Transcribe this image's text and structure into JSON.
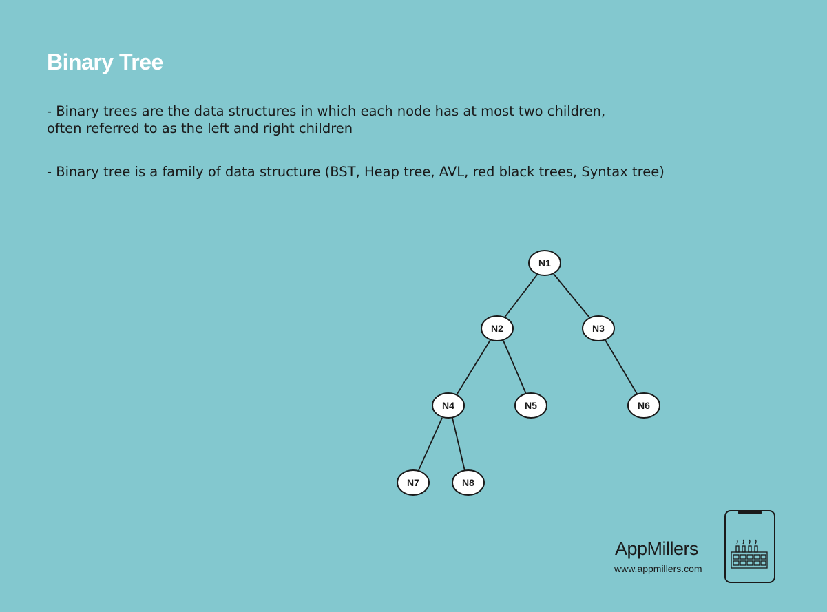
{
  "slide": {
    "title": "Binary Tree",
    "bullets": [
      "- Binary trees are the data structures in which each node has at most two children,\noften referred to as the left and right children",
      "- Binary tree is a family of data structure (BST, Heap tree, AVL, red black trees, Syntax tree)"
    ]
  },
  "tree": {
    "nodes": [
      "N1",
      "N2",
      "N3",
      "N4",
      "N5",
      "N6",
      "N7",
      "N8"
    ],
    "edges": [
      [
        "N1",
        "N2"
      ],
      [
        "N1",
        "N3"
      ],
      [
        "N2",
        "N4"
      ],
      [
        "N2",
        "N5"
      ],
      [
        "N3",
        "N6"
      ],
      [
        "N4",
        "N7"
      ],
      [
        "N4",
        "N8"
      ]
    ]
  },
  "brand": {
    "name": "AppMillers",
    "url": "www.appmillers.com",
    "logo_icon": "phone-factory-icon"
  },
  "colors": {
    "background": "#83c8cf",
    "title": "#ffffff",
    "text": "#1a1a1a",
    "node_fill": "#ffffff"
  }
}
